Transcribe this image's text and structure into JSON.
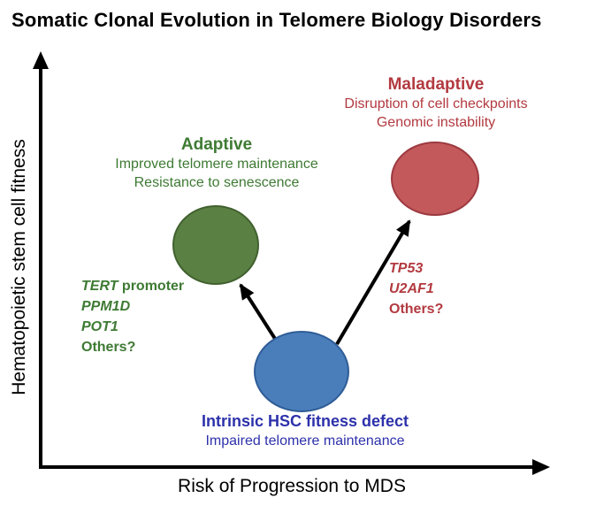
{
  "title": "Somatic Clonal Evolution in Telomere Biology Disorders",
  "axes": {
    "y_label": "Hematopoietic stem cell fitness",
    "x_label": "Risk of Progression to MDS"
  },
  "colors": {
    "green_fill": "#5b8043",
    "green_stroke": "#41612f",
    "red_fill": "#c4595c",
    "red_stroke": "#9c3a40",
    "blue_fill": "#4a7ebb",
    "blue_stroke": "#2f5d97",
    "green_text": "#3e7a33",
    "red_text": "#b23a40",
    "blue_text": "#2d31aa",
    "arrow": "#000000"
  },
  "nodes": {
    "adaptive": {
      "title": "Adaptive",
      "subtitle1": "Improved telomere maintenance",
      "subtitle2": "Resistance to senescence"
    },
    "maladaptive": {
      "title": "Maladaptive",
      "subtitle1": "Disruption of cell checkpoints",
      "subtitle2": "Genomic instability"
    },
    "intrinsic": {
      "title": "Intrinsic HSC fitness defect",
      "subtitle1": "Impaired telomere maintenance"
    }
  },
  "mutations": {
    "adaptive": [
      {
        "gene": "TERT",
        "rest": " promoter"
      },
      {
        "gene": "PPM1D",
        "rest": ""
      },
      {
        "gene": "POT1",
        "rest": ""
      },
      {
        "gene": "",
        "rest": "Others?"
      }
    ],
    "maladaptive": [
      {
        "gene": "TP53",
        "rest": ""
      },
      {
        "gene": "U2AF1",
        "rest": ""
      },
      {
        "gene": "",
        "rest": "Others?"
      }
    ]
  }
}
